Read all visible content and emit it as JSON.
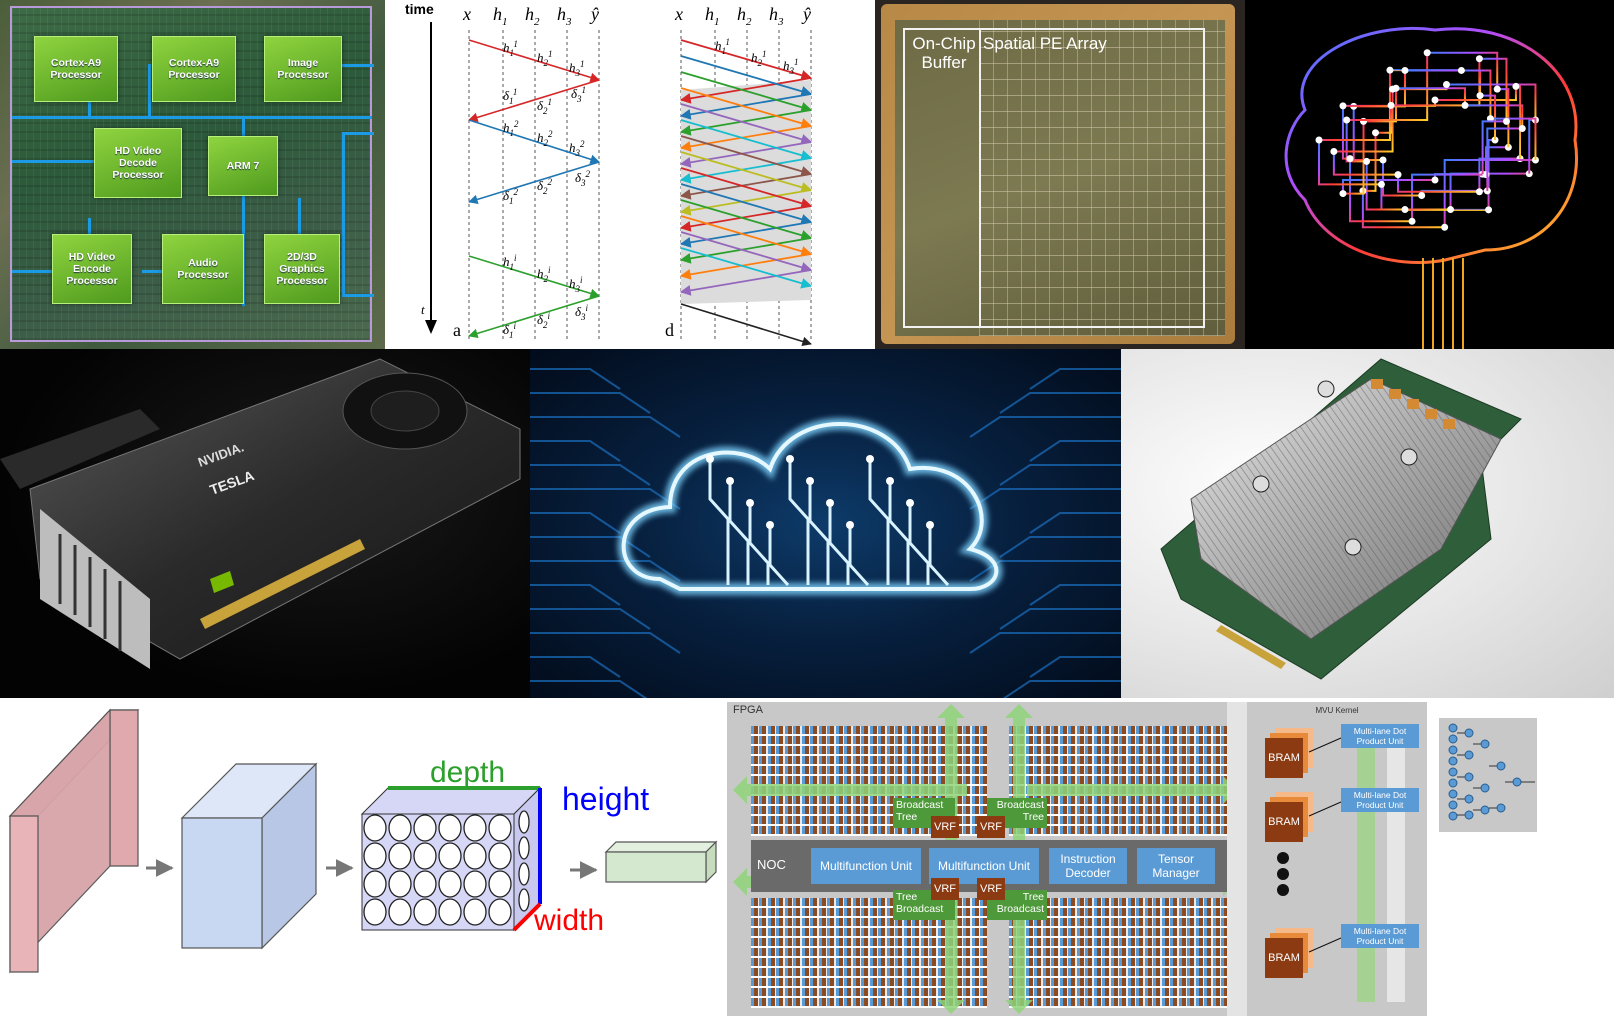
{
  "soc": {
    "blocks": [
      {
        "key": "cortex1",
        "label": "Cortex-A9\nProcessor"
      },
      {
        "key": "cortex2",
        "label": "Cortex-A9\nProcessor"
      },
      {
        "key": "image",
        "label": "Image\nProcessor"
      },
      {
        "key": "hd_decode",
        "label": "HD Video\nDecode\nProcessor"
      },
      {
        "key": "arm7",
        "label": "ARM 7"
      },
      {
        "key": "hd_encode",
        "label": "HD Video\nEncode\nProcessor"
      },
      {
        "key": "audio",
        "label": "Audio\nProcessor"
      },
      {
        "key": "graphics",
        "label": "2D/3D\nGraphics\nProcessor"
      }
    ],
    "colors": {
      "block": "#6cbf2c",
      "bus": "#1b9ae6",
      "border": "#b99ad8"
    }
  },
  "bptt": {
    "time_label": "time",
    "time_axis_end": "t",
    "cols_a": [
      "x",
      "h",
      "h",
      "h",
      "ŷ"
    ],
    "col_subs": [
      "",
      "1",
      "2",
      "3",
      ""
    ],
    "panel_a": "a",
    "panel_d": "d",
    "h_label": "h",
    "delta_label": "δ",
    "sup_1": "1",
    "sup_2": "2",
    "sup_i": "i",
    "colors": [
      "#d62728",
      "#1f77b4",
      "#2ca02c",
      "#ff7f0e",
      "#9467bd",
      "#17becf",
      "#8c564b",
      "#bcbd22"
    ]
  },
  "eyeriss": {
    "buffer_label": "On-Chip\nBuffer",
    "array_label": "Spatial PE Array"
  },
  "gpu": {
    "brand": "NVIDIA.",
    "model": "TESLA"
  },
  "cnn": {
    "depth": "depth",
    "height": "height",
    "width": "width",
    "colors": {
      "slab": "#e8b4b8",
      "cube": "#c9d8f2",
      "tensor": "#d4e7cf",
      "depth": "#2ca02c",
      "height": "#0000ff",
      "width": "#ff0000"
    }
  },
  "fpga": {
    "title": "FPGA",
    "noc": "NOC",
    "units": [
      "Multifunction Unit",
      "Multifunction Unit",
      "Instruction\nDecoder",
      "Tensor\nManager"
    ],
    "broadcast_top": [
      "Broadcast\nTree",
      "Broadcast\nTree"
    ],
    "broadcast_bottom": [
      "Tree\nBroadcast",
      "Tree\nBroadcast"
    ],
    "vrf": "VRF",
    "mvu_title": "MVU Kernel",
    "bram": "BRAM",
    "dot_unit": "Multi-lane Dot\nProduct Unit"
  }
}
